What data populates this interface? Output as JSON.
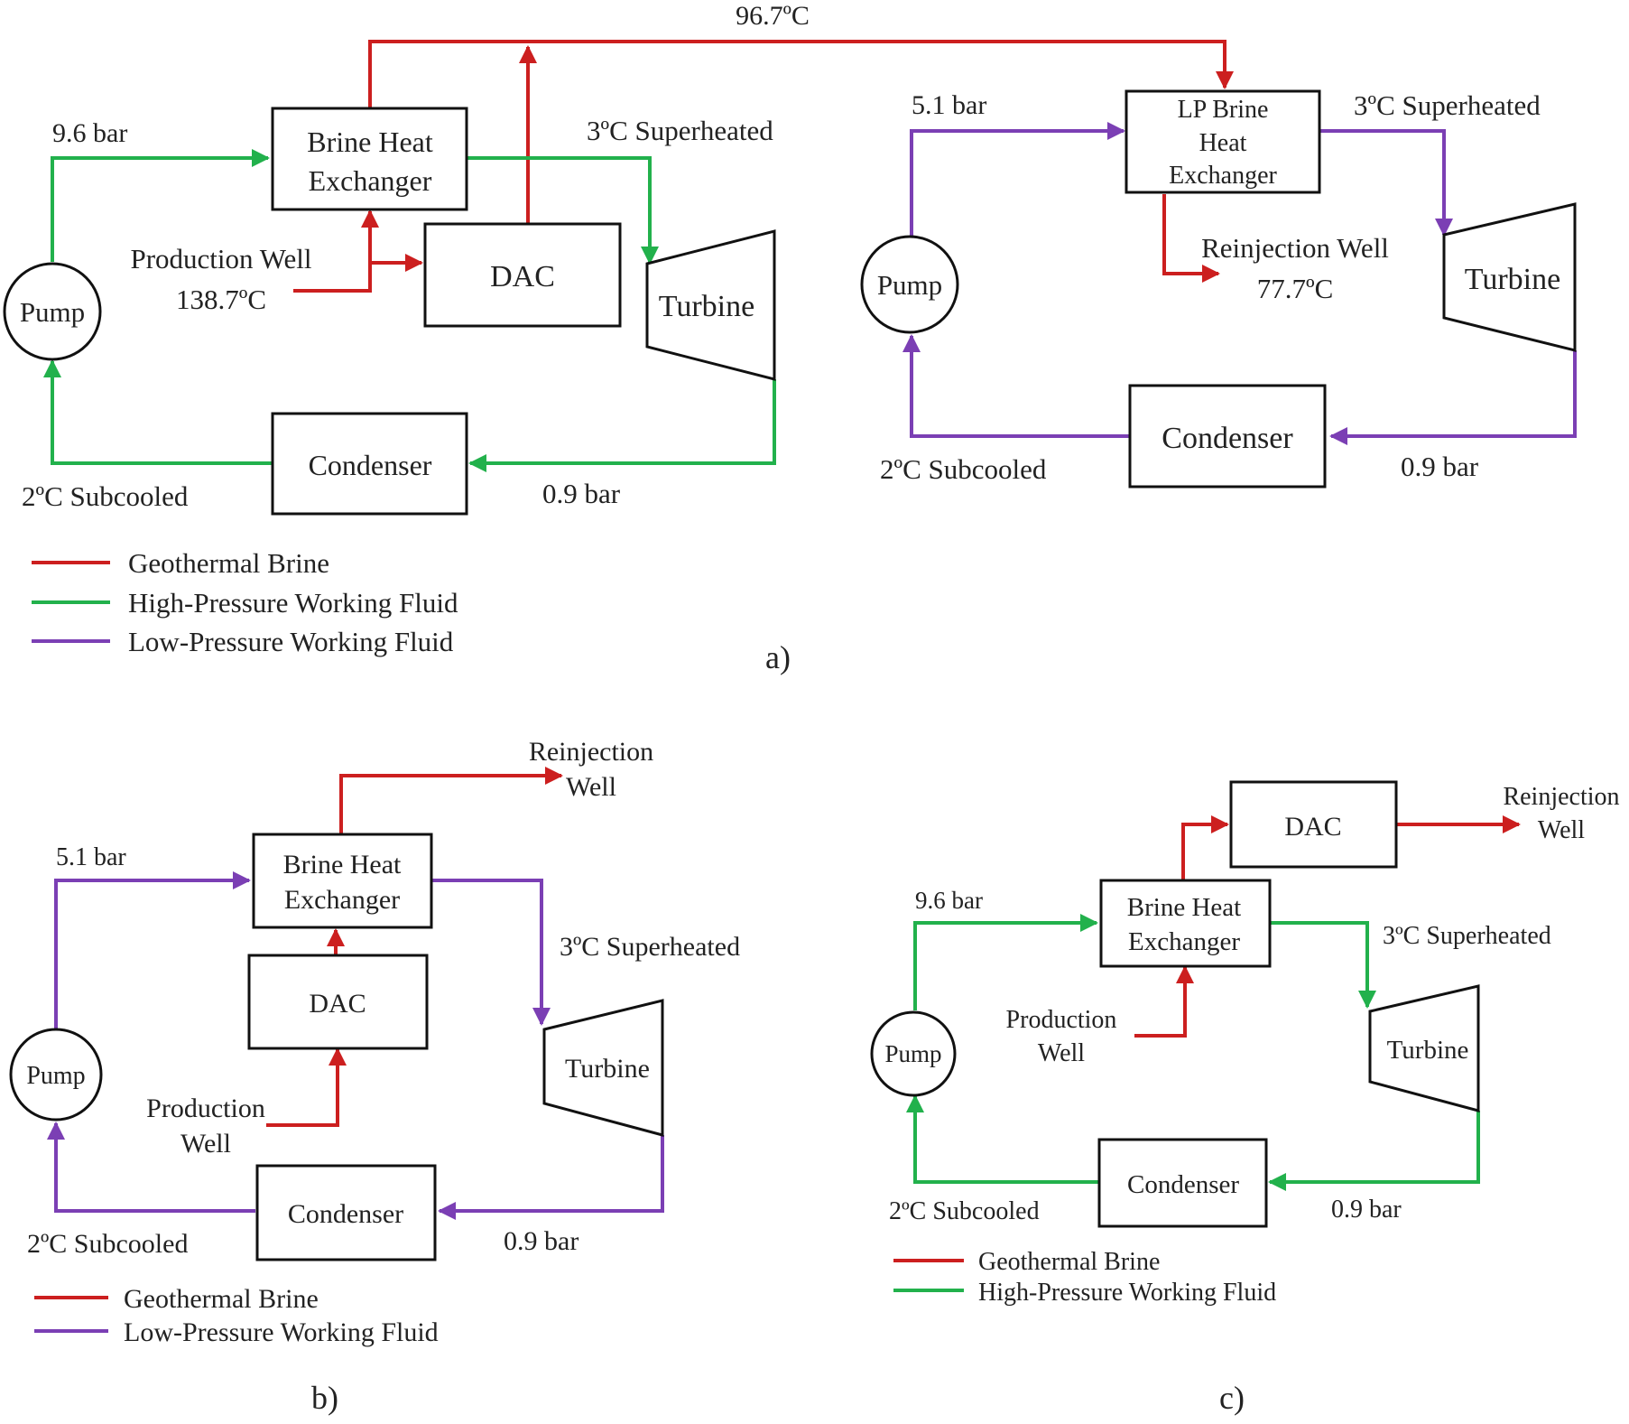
{
  "colors": {
    "brine": "#cc1f1f",
    "hp": "#22b14c",
    "lp": "#7b3fb4",
    "stroke": "#111111",
    "text": "#222222"
  },
  "panel_a": {
    "top_temp": "96.7ºC",
    "pump": "Pump",
    "hp_cycle": {
      "pressure_high": "9.6 bar",
      "bhe_line1": "Brine Heat",
      "bhe_line2": "Exchanger",
      "superheated": "3ºC Superheated",
      "production_line1": "Production Well",
      "production_line2": "138.7ºC",
      "dac": "DAC",
      "turbine": "Turbine",
      "condenser": "Condenser",
      "subcooled": "2ºC Subcooled",
      "pressure_low": "0.9 bar"
    },
    "lp_cycle": {
      "pressure_high": "5.1 bar",
      "lpbhe_line1": "LP Brine",
      "lpbhe_line2": "Heat",
      "lpbhe_line3": "Exchanger",
      "superheated": "3ºC Superheated",
      "reinjection_line1": "Reinjection Well",
      "reinjection_line2": "77.7ºC",
      "pump": "Pump",
      "turbine": "Turbine",
      "condenser": "Condenser",
      "subcooled": "2ºC Subcooled",
      "pressure_low": "0.9 bar"
    },
    "legend": [
      "Geothermal Brine",
      "High-Pressure Working Fluid",
      "Low-Pressure Working Fluid"
    ],
    "caption": "a)"
  },
  "panel_b": {
    "reinjection_line1": "Reinjection",
    "reinjection_line2": "Well",
    "pressure_high": "5.1 bar",
    "bhe_line1": "Brine Heat",
    "bhe_line2": "Exchanger",
    "superheated": "3ºC Superheated",
    "dac": "DAC",
    "pump": "Pump",
    "turbine": "Turbine",
    "production_line1": "Production",
    "production_line2": "Well",
    "condenser": "Condenser",
    "subcooled": "2ºC Subcooled",
    "pressure_low": "0.9 bar",
    "legend": [
      "Geothermal Brine",
      "Low-Pressure Working Fluid"
    ],
    "caption": "b)"
  },
  "panel_c": {
    "dac": "DAC",
    "reinjection_line1": "Reinjection",
    "reinjection_line2": "Well",
    "pressure_high": "9.6 bar",
    "bhe_line1": "Brine Heat",
    "bhe_line2": "Exchanger",
    "superheated": "3ºC Superheated",
    "production_line1": "Production",
    "production_line2": "Well",
    "pump": "Pump",
    "turbine": "Turbine",
    "condenser": "Condenser",
    "subcooled": "2ºC Subcooled",
    "pressure_low": "0.9 bar",
    "legend": [
      "Geothermal Brine",
      "High-Pressure Working Fluid"
    ],
    "caption": "c)"
  }
}
